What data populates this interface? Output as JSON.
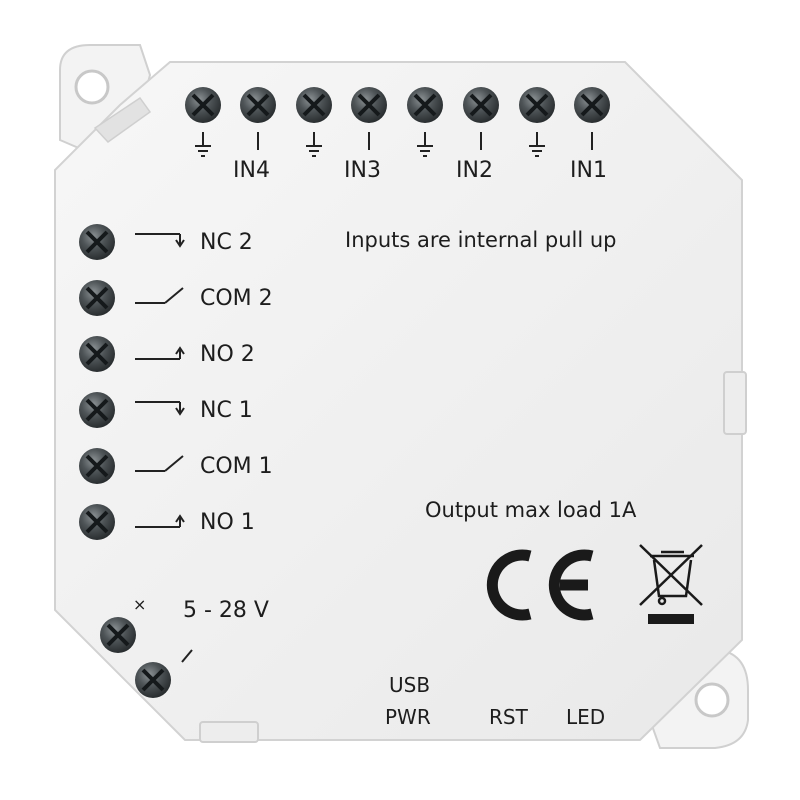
{
  "device": {
    "inputs": {
      "labels": [
        "IN4",
        "IN3",
        "IN2",
        "IN1"
      ],
      "note": "Inputs are internal pull up"
    },
    "relays": {
      "labels": [
        "NC 2",
        "COM 2",
        "NO 2",
        "NC 1",
        "COM 1",
        "NO 1"
      ]
    },
    "power": {
      "range": "5 - 28 V",
      "cross_mark": "×"
    },
    "output_note": "Output max load 1A",
    "ce_mark": "CE",
    "weee_icon": "crossed-out-wheelie-bin-icon",
    "bottom_labels": {
      "usb_line1": "USB",
      "usb_line2": "PWR",
      "rst": "RST",
      "led": "LED"
    },
    "colors": {
      "housing": "#f1f1f1",
      "housing_edge": "#d2d2d2",
      "screw": "#3a3f41",
      "text": "#1d1d1d"
    }
  }
}
